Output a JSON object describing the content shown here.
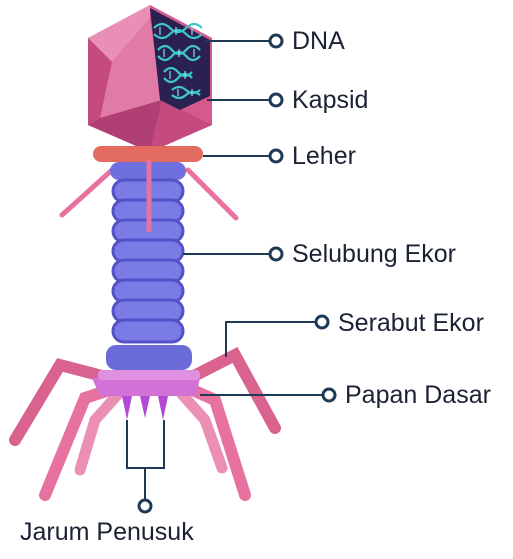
{
  "labels": {
    "dna": "DNA",
    "kapsid": "Kapsid",
    "leher": "Leher",
    "selubung_ekor": "Selubung Ekor",
    "serabut_ekor": "Serabut Ekor",
    "papan_dasar": "Papan Dasar",
    "jarum_penusuk": "Jarum Penusuk"
  },
  "colors": {
    "capsid": "#d5588f",
    "capsid_light": "#e98fb5",
    "capsid_dark": "#b03f73",
    "dna_window": "#2a2150",
    "dna_strand": "#3ec7c7",
    "collar": "#e46b5f",
    "sheath": "#6f6fe0",
    "sheath_dark": "#4f4fc0",
    "baseplate": "#c95fd0",
    "fiber": "#e7729f",
    "spike": "#b24ad6",
    "leader": "#1f3a55"
  }
}
